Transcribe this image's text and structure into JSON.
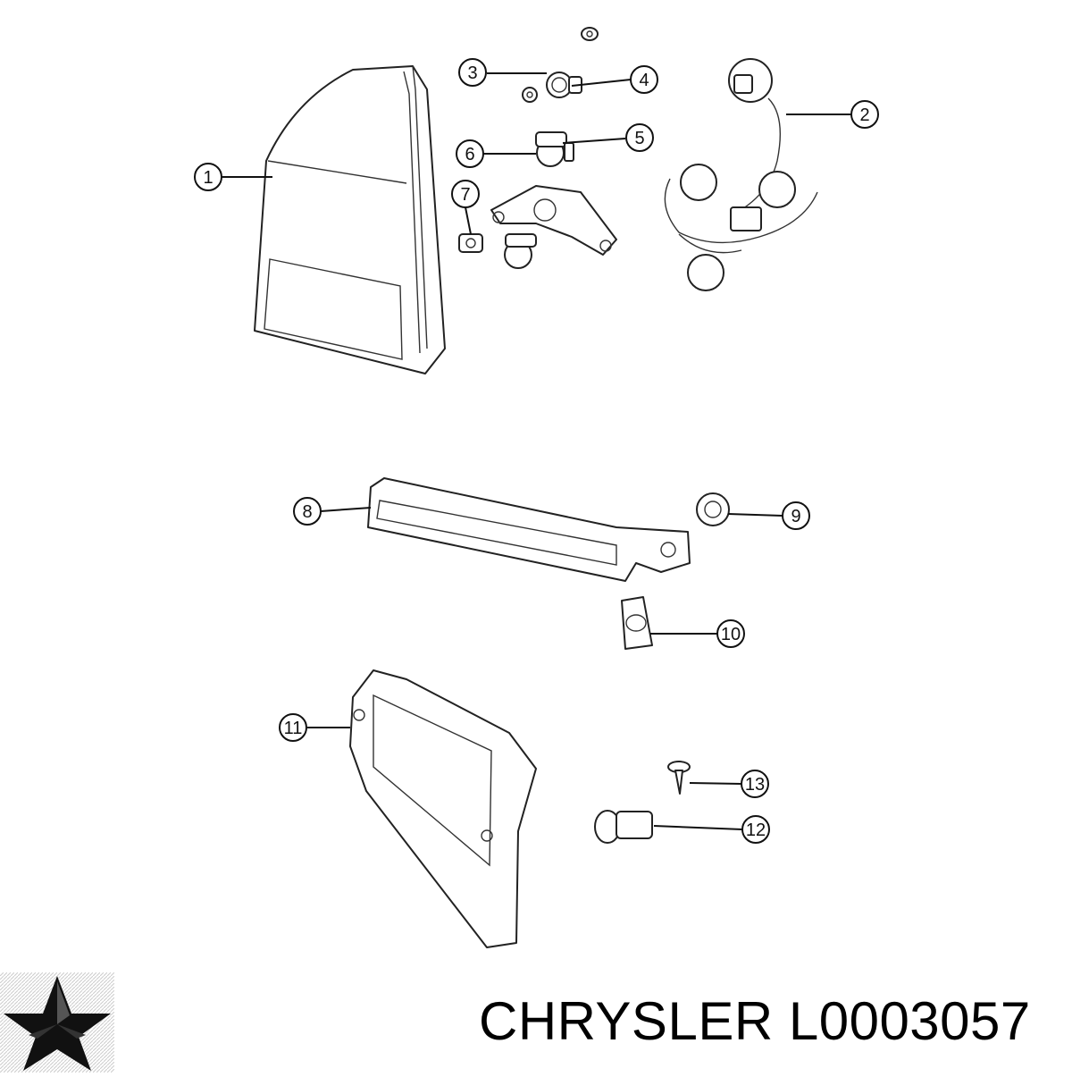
{
  "diagram": {
    "callouts": [
      {
        "id": "1",
        "label": "1"
      },
      {
        "id": "2",
        "label": "2"
      },
      {
        "id": "3",
        "label": "3"
      },
      {
        "id": "4",
        "label": "4"
      },
      {
        "id": "5",
        "label": "5"
      },
      {
        "id": "6",
        "label": "6"
      },
      {
        "id": "7",
        "label": "7"
      },
      {
        "id": "8",
        "label": "8"
      },
      {
        "id": "9",
        "label": "9"
      },
      {
        "id": "10",
        "label": "10"
      },
      {
        "id": "11",
        "label": "11"
      },
      {
        "id": "12",
        "label": "12"
      },
      {
        "id": "13",
        "label": "13"
      }
    ]
  },
  "footer": {
    "brand": "CHRYSLER",
    "part_number": "L0003057",
    "caption": "CHRYSLER L0003057",
    "logo_icon": "chrysler-pentastar-icon"
  }
}
